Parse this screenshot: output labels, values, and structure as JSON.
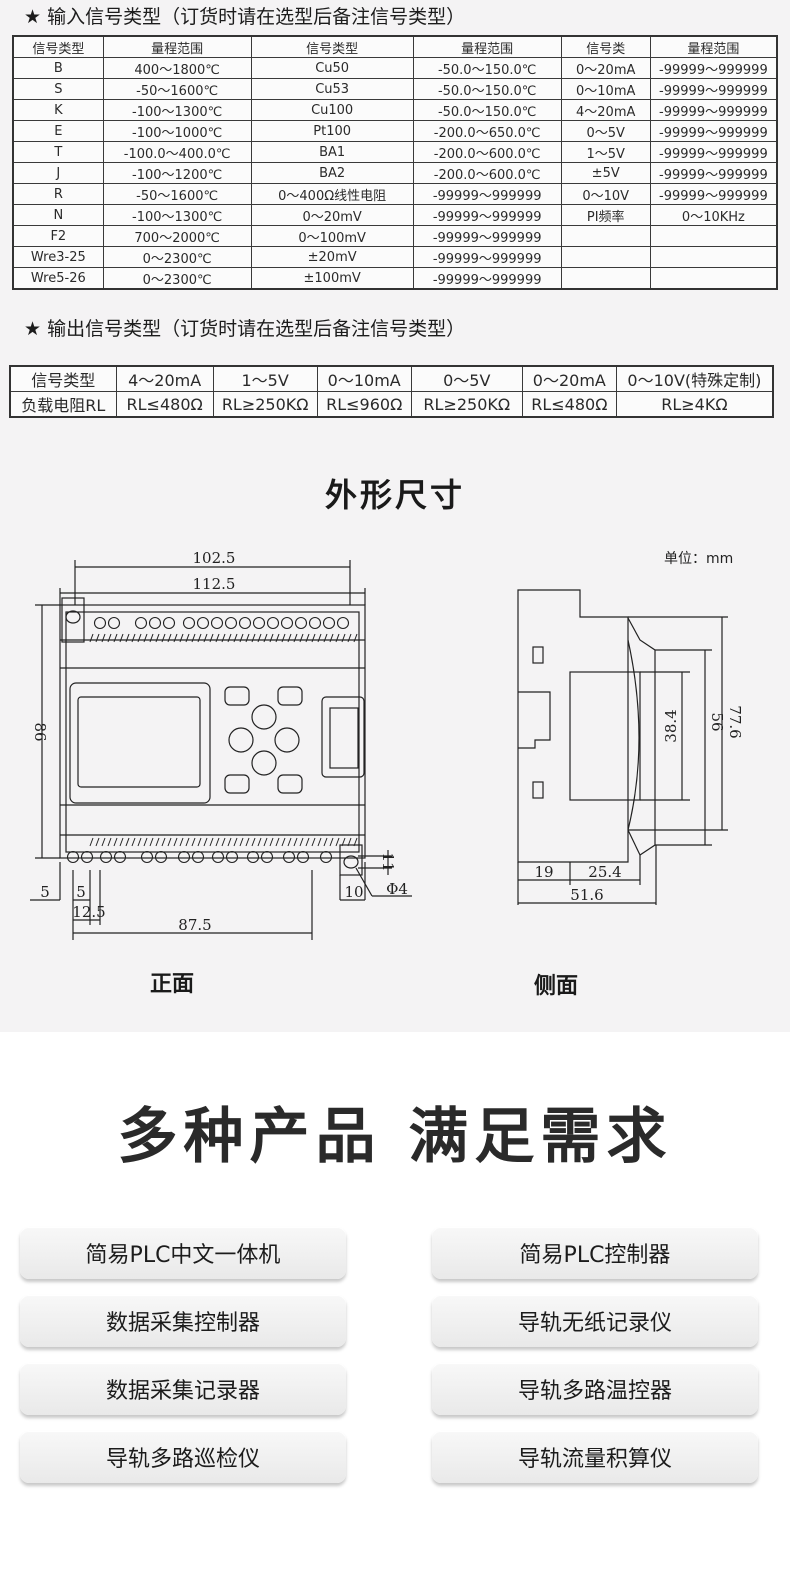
{
  "input_section": {
    "heading": "★  输入信号类型（订货时请在选型后备注信号类型）",
    "columns": [
      "信号类型",
      "量程范围",
      "信号类型",
      "量程范围",
      "信号类",
      "量程范围"
    ],
    "rows": [
      [
        "B",
        "400～1800℃",
        "Cu50",
        "-50.0～150.0℃",
        "0～20mA",
        "-99999～999999"
      ],
      [
        "S",
        "-50～1600℃",
        "Cu53",
        "-50.0～150.0℃",
        "0～10mA",
        "-99999～999999"
      ],
      [
        "K",
        "-100～1300℃",
        "Cu100",
        "-50.0～150.0℃",
        "4～20mA",
        "-99999～999999"
      ],
      [
        "E",
        "-100～1000℃",
        "Pt100",
        "-200.0～650.0℃",
        "0～5V",
        "-99999～999999"
      ],
      [
        "T",
        "-100.0～400.0℃",
        "BA1",
        "-200.0～600.0℃",
        "1～5V",
        "-99999～999999"
      ],
      [
        "J",
        "-100～1200℃",
        "BA2",
        "-200.0～600.0℃",
        "±5V",
        "-99999～999999"
      ],
      [
        "R",
        "-50～1600℃",
        "0～400Ω线性电阻",
        "-99999～999999",
        "0～10V",
        "-99999～999999"
      ],
      [
        "N",
        "-100～1300℃",
        "0～20mV",
        "-99999～999999",
        "PI频率",
        "0～10KHz"
      ],
      [
        "F2",
        "700～2000℃",
        "0～100mV",
        "-99999～999999",
        "",
        ""
      ],
      [
        "Wre3-25",
        "0～2300℃",
        "±20mV",
        "-99999～999999",
        "",
        ""
      ],
      [
        "Wre5-26",
        "0～2300℃",
        "±100mV",
        "-99999～999999",
        "",
        ""
      ]
    ]
  },
  "output_section": {
    "heading": "★  输出信号类型（订货时请在选型后备注信号类型）",
    "rows": [
      [
        "信号类型",
        "4～20mA",
        "1～5V",
        "0～10mA",
        "0～5V",
        "0～20mA",
        "0～10V(特殊定制)"
      ],
      [
        "负载电阻RL",
        "RL≤480Ω",
        "RL≥250KΩ",
        "RL≤960Ω",
        "RL≥250KΩ",
        "RL≤480Ω",
        "RL≥4KΩ"
      ]
    ]
  },
  "dimensions": {
    "title": "外形尺寸",
    "unit": "单位：mm",
    "front_caption": "正面",
    "side_caption": "侧面",
    "front_labels": {
      "width_inner": "102.5",
      "width_outer": "112.5",
      "height": "86",
      "bottom_span": "87.5",
      "left_offset": "5",
      "pitch": "5",
      "first_terminal": "12.5",
      "right_offset": "10",
      "hole_offset": "11",
      "hole_dia": "Φ4"
    },
    "side_labels": {
      "d1": "19",
      "d2": "25.4",
      "depth": "51.6",
      "h1": "38.4",
      "h2": "56",
      "h3": "77.6"
    }
  },
  "products": {
    "title": "多种产品  满足需求",
    "items": [
      "简易PLC中文一体机",
      "简易PLC控制器",
      "数据采集控制器",
      "导轨无纸记录仪",
      "数据采集记录器",
      "导轨多路温控器",
      "导轨多路巡检仪",
      "导轨流量积算仪"
    ]
  }
}
